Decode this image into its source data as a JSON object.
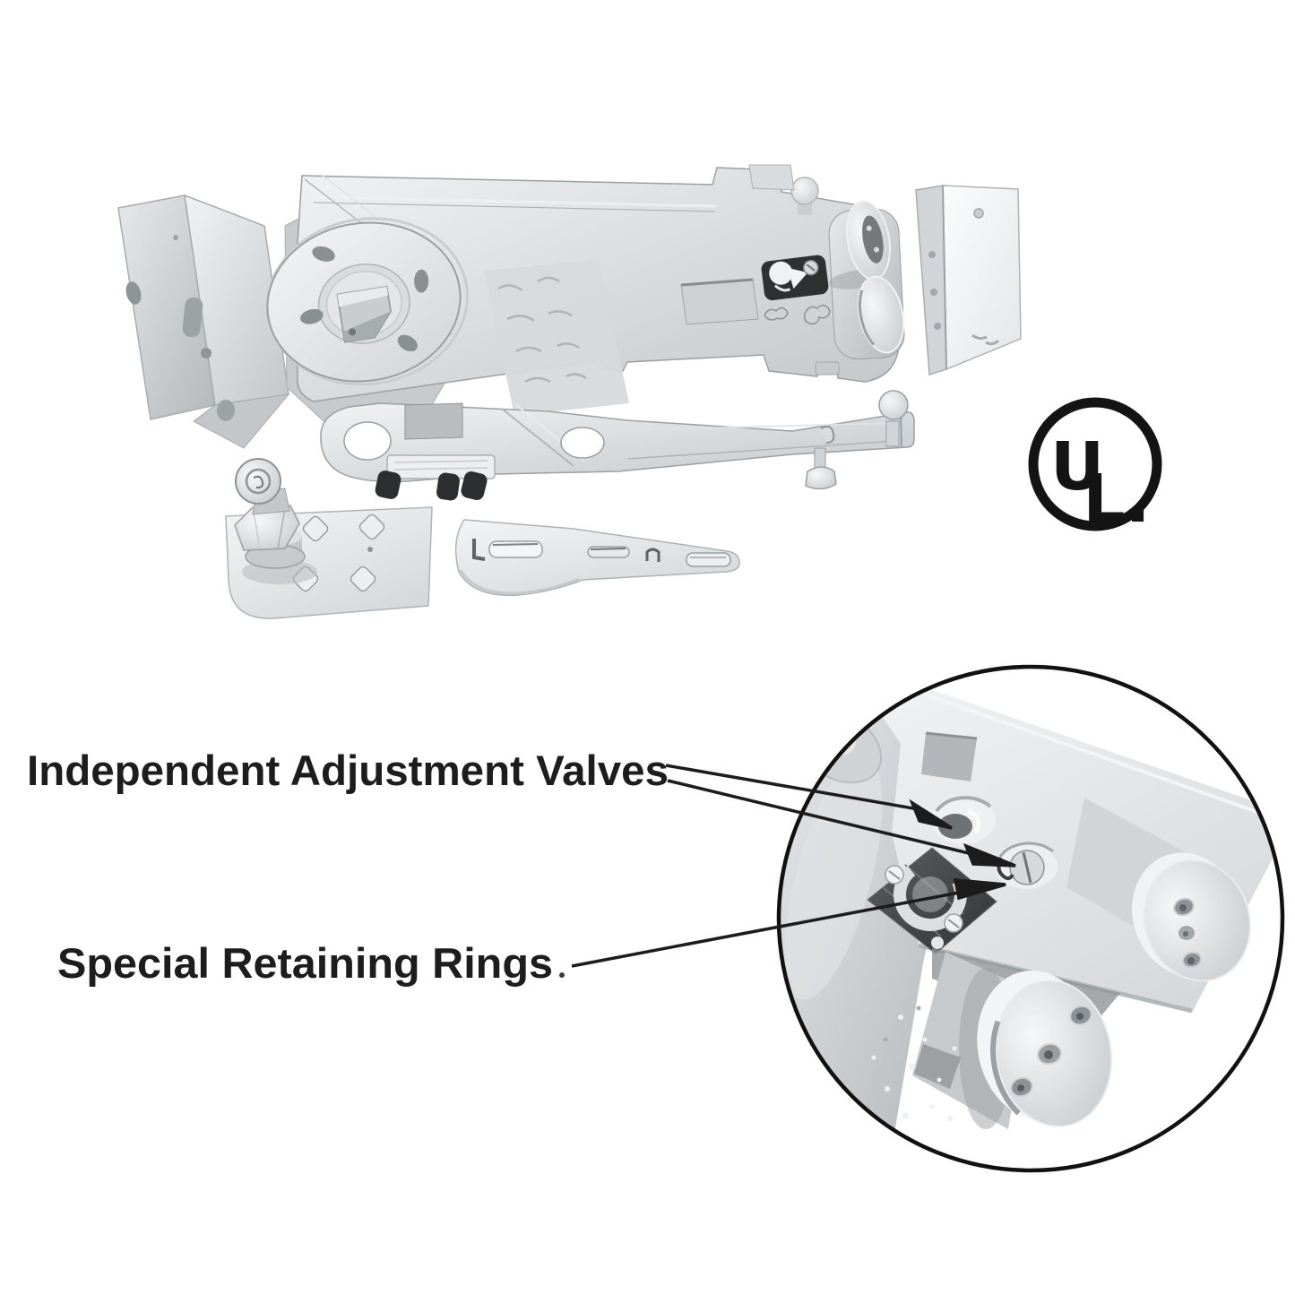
{
  "callouts": {
    "valves": "Independent Adjustment Valves",
    "rings": "Special Retaining Rings"
  },
  "certification": {
    "letter_u": "U",
    "letter_l": "L."
  },
  "colors": {
    "background": "#ffffff",
    "ink": "#1c1c1c",
    "metal_light": "#eceeef",
    "metal_mid": "#c9cdd0",
    "metal_dark": "#9aa0a4",
    "recess_dark": "#37393b"
  },
  "icons": {
    "ul_mark": "UL-certification-circle",
    "parts": [
      "wall-mounting-bracket-left",
      "overhead-closer-body",
      "cam-pivot-plate",
      "spindle-square",
      "adjustment-valve-recess",
      "hydraulic-cylinder-ends",
      "wall-mounting-bracket-right",
      "main-closer-arm",
      "rubber-bumpers",
      "bottom-pivot-assembly",
      "slide-arm",
      "magnified-valve-detail-inset"
    ]
  }
}
